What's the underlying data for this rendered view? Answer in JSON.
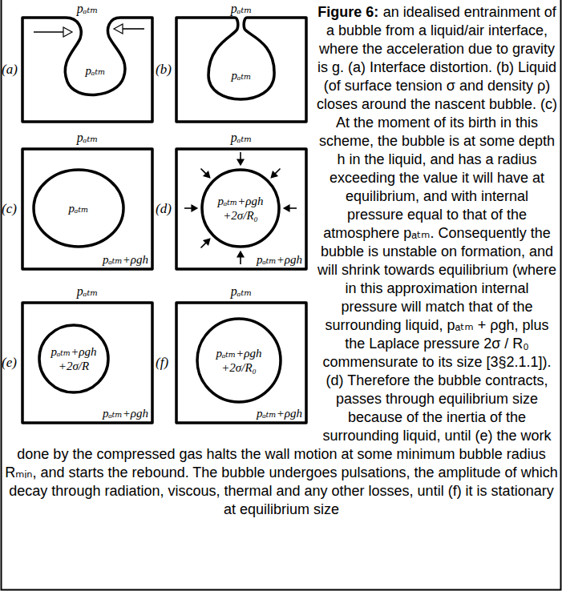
{
  "diagram": {
    "title": "Figure 6:",
    "caption": "an idealised entrainment of a bubble from a liquid/air interface, where the acceleration due to gravity is g. (a) Interface distortion. (b) Liquid (of surface tension σ and density ρ) closes around the nascent bubble. (c) At the moment of its birth in this scheme, the bubble is at some depth h in the liquid, and has a radius exceeding the value it will have at equilibrium, and with internal pressure equal to that of the atmosphere pₐₜₘ. Consequently the bubble is unstable on formation, and will shrink towards equilibrium (where in this approximation internal pressure will match that of the surrounding liquid, pₐₜₘ + ρgh, plus the Laplace pressure 2σ / R₀ commensurate to its size [3§2.1.1]). (d) Therefore the bubble contracts, passes through equilibrium size because of the inertia of the surrounding liquid, until (e) the work done by the compressed gas halts the wall motion at some minimum bubble radius Rₘᵢₙ, and starts the rebound. The bubble undergoes pulsations, the amplitude of which decay through radiation, viscous, thermal and any other losses, until (f) it is stationary at equilibrium size",
    "nodes": [
      {
        "text": [
          "(a)"
        ]
      },
      {
        "text": [
          "pₐₜₘ"
        ],
        "in": 0
      },
      {
        "text": [
          "(b)"
        ]
      },
      {
        "text": [
          "pₐₜₘ"
        ],
        "in": 2
      },
      {
        "text": [
          "(c)",
          "pₐₜₘ+ρgh"
        ]
      },
      {
        "text": [
          "pₐₜₘ"
        ],
        "in": 4
      },
      {
        "text": [
          "(d)",
          "pₐₜₘ+ρgh"
        ]
      },
      {
        "text": [
          "pₐₜₘ+ρgh +2σ/R₀"
        ],
        "in": 6
      },
      {
        "text": [
          "(e)",
          "pₐₜₘ+ρgh"
        ]
      },
      {
        "text": [
          "pₐₜₘ+ρgh +2σ/R"
        ],
        "in": 8
      },
      {
        "text": [
          "(f)",
          "pₐₜₘ+ρgh"
        ]
      },
      {
        "text": [
          "pₐₜₘ+ρgh +2σ/R₀"
        ],
        "in": 10
      }
    ],
    "labels": [
      "pₐₜₘ",
      "pₐₜₘ",
      "pₐₜₘ",
      "pₐₜₘ",
      "pₐₜₘ",
      "pₐₜₘ"
    ]
  }
}
